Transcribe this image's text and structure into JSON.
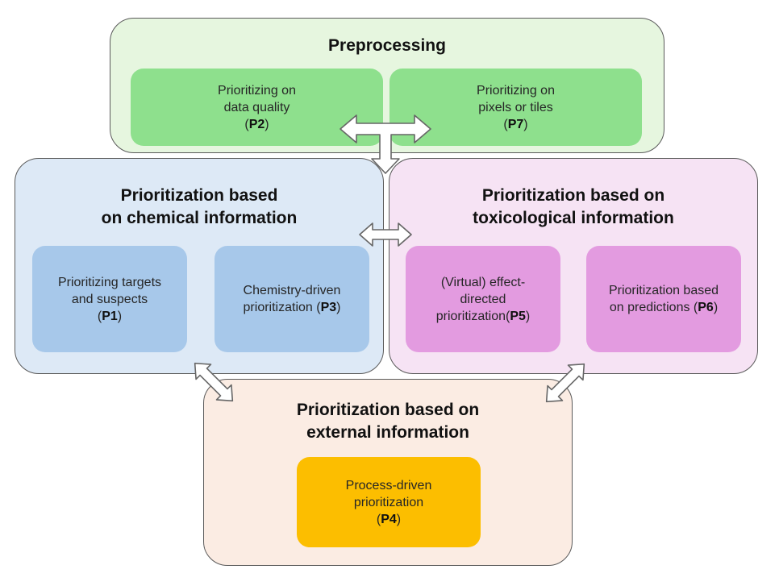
{
  "groups": {
    "preprocessing": {
      "title": [
        "Preprocessing"
      ],
      "color": "#e6f6df"
    },
    "chemical": {
      "title": [
        "Prioritization based",
        "on chemical information"
      ],
      "color": "#dde9f6"
    },
    "toxicological": {
      "title": [
        "Prioritization based on",
        "toxicological information"
      ],
      "color": "#f6e3f4"
    },
    "external": {
      "title": [
        "Prioritization based on",
        "external information"
      ],
      "color": "#fbece3"
    }
  },
  "boxes": {
    "p2": {
      "lines": [
        "Prioritizing on",
        "data quality"
      ],
      "code": "P2",
      "color": "#8ee08d"
    },
    "p7": {
      "lines": [
        "Prioritizing on",
        "pixels or tiles"
      ],
      "code": "P7",
      "color": "#8ee08d"
    },
    "p1": {
      "lines": [
        "Prioritizing targets",
        "and suspects"
      ],
      "code": "P1",
      "color": "#a7c8ea"
    },
    "p3": {
      "lines": [
        "Chemistry-driven"
      ],
      "last_prefix": "prioritization (",
      "code": "P3",
      "last_suffix": ")",
      "color": "#a7c8ea"
    },
    "p5": {
      "lines": [
        "(Virtual) effect-",
        "directed"
      ],
      "last_prefix": "prioritization(",
      "code": "P5",
      "last_suffix": ")",
      "color": "#e39be0"
    },
    "p6": {
      "lines": [
        "Prioritization based"
      ],
      "last_prefix": "on predictions (",
      "code": "P6",
      "last_suffix": ")",
      "color": "#e39be0"
    },
    "p4": {
      "lines": [
        "Process-driven",
        "prioritization"
      ],
      "code": "P4",
      "color": "#fcbe00"
    }
  },
  "arrows": [
    {
      "name": "t-arrow-preprocessing",
      "shape": "t-junction"
    },
    {
      "name": "arrow-chemical-toxicological",
      "shape": "double-horizontal"
    },
    {
      "name": "arrow-chemical-external",
      "shape": "double-diagonal"
    },
    {
      "name": "arrow-toxicological-external",
      "shape": "double-diagonal"
    }
  ]
}
